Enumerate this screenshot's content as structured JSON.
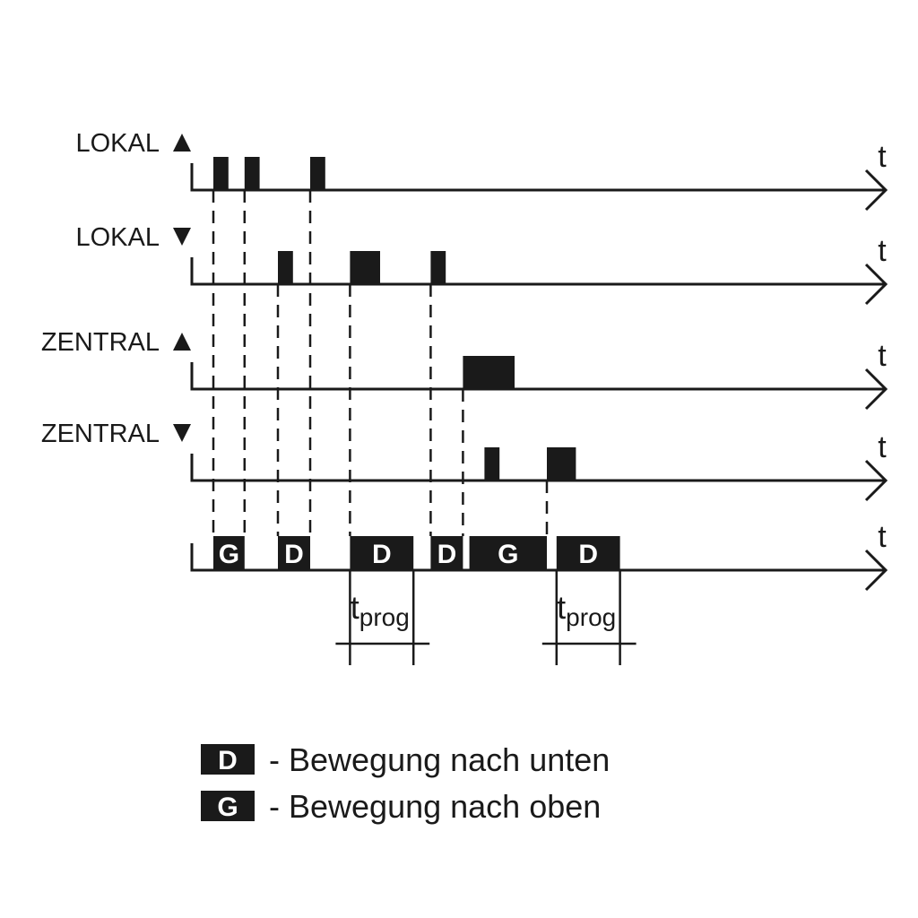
{
  "signals": [
    {
      "label": "LOKAL",
      "arrow": "up",
      "axis_label": "t",
      "pulses": [
        [
          1.0,
          1.7
        ],
        [
          2.45,
          3.15
        ],
        [
          5.5,
          6.2
        ]
      ]
    },
    {
      "label": "LOKAL",
      "arrow": "down",
      "axis_label": "t",
      "pulses": [
        [
          4.0,
          4.7
        ],
        [
          7.35,
          8.75
        ],
        [
          11.1,
          11.8
        ]
      ]
    },
    {
      "label": "ZENTRAL",
      "arrow": "up",
      "axis_label": "t",
      "pulses": [
        [
          12.6,
          15.0
        ]
      ]
    },
    {
      "label": "ZENTRAL",
      "arrow": "down",
      "axis_label": "t",
      "pulses": [
        [
          13.6,
          14.3
        ],
        [
          16.5,
          17.85
        ]
      ]
    }
  ],
  "output": {
    "axis_label": "t",
    "segments": [
      {
        "start": 1.0,
        "end": 2.45,
        "label": "G"
      },
      {
        "start": 4.0,
        "end": 5.5,
        "label": "D"
      },
      {
        "start": 7.35,
        "end": 10.3,
        "label": "D"
      },
      {
        "start": 11.1,
        "end": 12.6,
        "label": "D"
      },
      {
        "start": 12.9,
        "end": 16.5,
        "label": "G"
      },
      {
        "start": 16.95,
        "end": 19.9,
        "label": "D"
      }
    ]
  },
  "tprog": [
    {
      "start": 7.35,
      "end": 10.3,
      "main": "t",
      "sub": "prog"
    },
    {
      "start": 16.95,
      "end": 19.9,
      "main": "t",
      "sub": "prog"
    }
  ],
  "dashed_guides": [
    1.0,
    2.45,
    4.0,
    5.5,
    7.35,
    11.1,
    12.6,
    16.5
  ],
  "legend": [
    {
      "key": "D",
      "text": "- Bewegung nach unten"
    },
    {
      "key": "G",
      "text": "- Bewegung nach oben"
    }
  ],
  "colors": {
    "ink": "#1a1a1a",
    "background": "#ffffff"
  }
}
